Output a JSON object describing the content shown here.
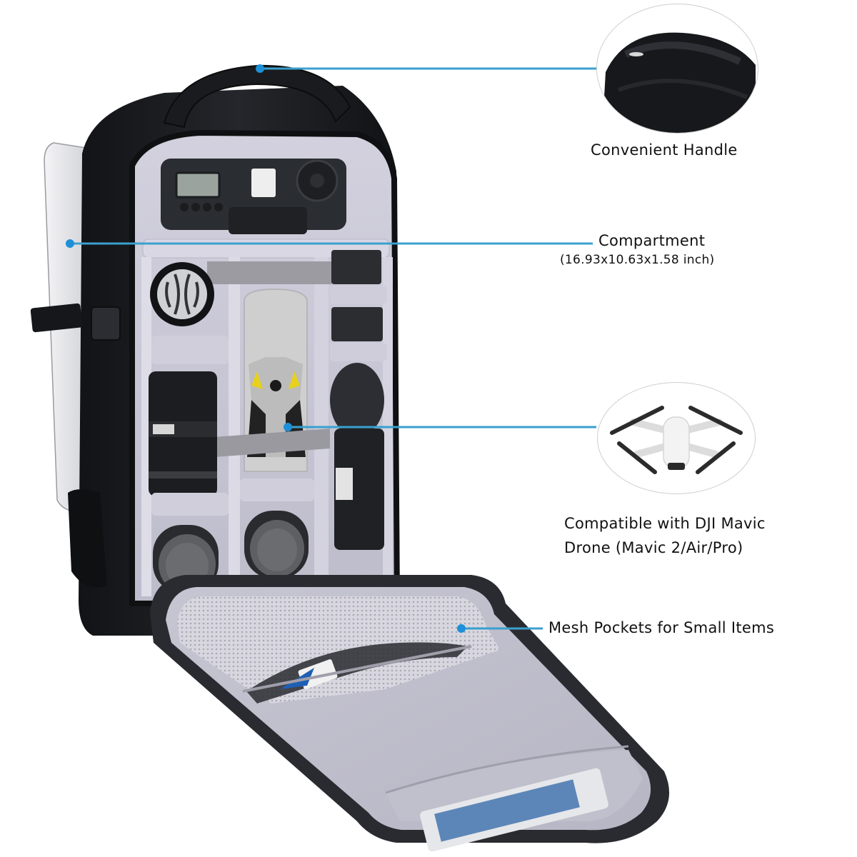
{
  "product": {
    "type": "camera backpack",
    "colors": {
      "shell": "#1b1c1f",
      "lining": "#c9c8d6",
      "divider": "#d8d6e2",
      "callout_line": "#3aa0cf",
      "callout_dot": "#1e90d8",
      "label_text": "#111111"
    }
  },
  "callouts": [
    {
      "id": "handle",
      "label": "Convenient Handle",
      "icon": "handle-closeup-icon"
    },
    {
      "id": "compartment",
      "label": "Compartment",
      "dimensions": "(16.93x10.63x1.58 inch)",
      "icon": "laptop-compartment-icon"
    },
    {
      "id": "drone",
      "label_line1": "Compatible with DJI Mavic",
      "label_line2": "Drone (Mavic 2/Air/Pro)",
      "icon": "drone-icon"
    },
    {
      "id": "mesh",
      "label": "Mesh Pockets for Small Items",
      "icon": "mesh-pocket-icon"
    }
  ]
}
